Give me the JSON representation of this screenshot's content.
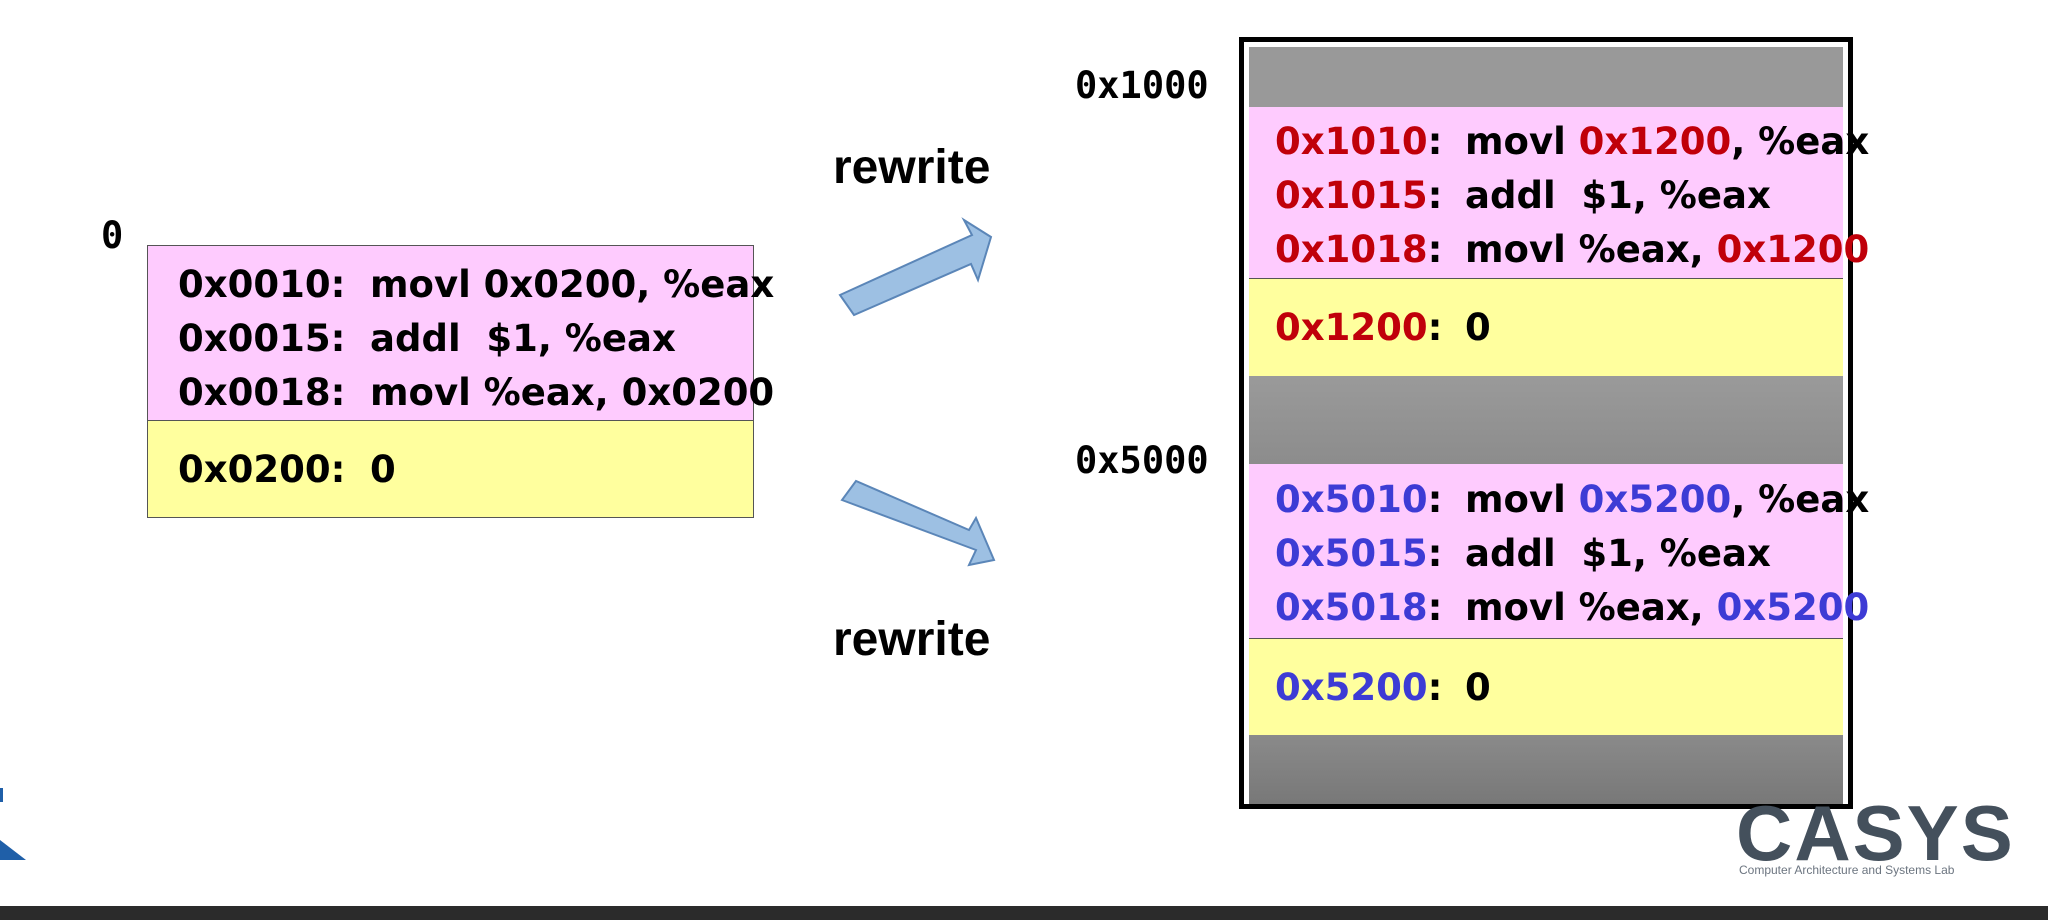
{
  "left": {
    "origin_label": "0",
    "code_lines": [
      {
        "addr": "0x0010:",
        "instr": "movl 0x0200, %eax"
      },
      {
        "addr": "0x0015:",
        "instr": "addl  $1, %eax"
      },
      {
        "addr": "0x0018:",
        "instr": "movl %eax, 0x0200"
      }
    ],
    "data_line": {
      "addr": "0x0200:",
      "value": "0"
    }
  },
  "arrows": {
    "top_label": "rewrite",
    "bottom_label": "rewrite",
    "fill_color": "#9dc0e3"
  },
  "memory": {
    "base_a": "0x1000",
    "base_b": "0x5000",
    "process_a": {
      "color": "#c0000a",
      "code_lines": [
        {
          "addr": "0x1010",
          "colon": ":",
          "op": "movl ",
          "arg_colored": "0x1200",
          "rest": ", %eax"
        },
        {
          "addr": "0x1015",
          "colon": ":",
          "op": "addl  $1, %eax",
          "arg_colored": "",
          "rest": ""
        },
        {
          "addr": "0x1018",
          "colon": ":",
          "op": "movl %eax, ",
          "arg_colored": "0x1200",
          "rest": ""
        }
      ],
      "data_line": {
        "addr": "0x1200",
        "colon": ":",
        "value": "0"
      }
    },
    "process_b": {
      "color": "#3d3bd5",
      "code_lines": [
        {
          "addr": "0x5010",
          "colon": ":",
          "op": "movl ",
          "arg_colored": "0x5200",
          "rest": ", %eax"
        },
        {
          "addr": "0x5015",
          "colon": ":",
          "op": "addl  $1, %eax",
          "arg_colored": "",
          "rest": ""
        },
        {
          "addr": "0x5018",
          "colon": ":",
          "op": "movl %eax, ",
          "arg_colored": "0x5200",
          "rest": ""
        }
      ],
      "data_line": {
        "addr": "0x5200",
        "colon": ":",
        "value": "0"
      }
    }
  },
  "logo": {
    "name": "CASYS",
    "subtitle": "Computer Architecture and Systems Lab"
  }
}
